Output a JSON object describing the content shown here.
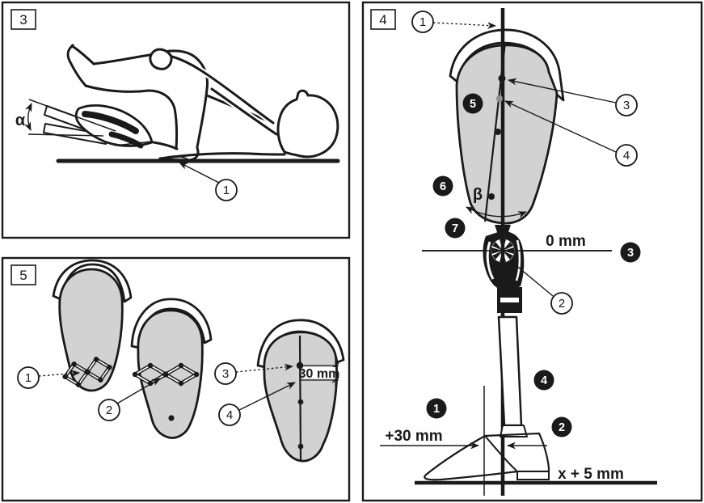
{
  "colors": {
    "ink": "#1a1a1a",
    "socket_gray": "#d2d2d2",
    "pad_gray": "#bdbdbd",
    "dot_gray": "#8f8f8f",
    "paper": "#ffffff"
  },
  "panel3": {
    "label": "3",
    "alpha": "α",
    "callouts": [
      "1"
    ]
  },
  "panel5": {
    "label": "5",
    "callouts": [
      "1",
      "2",
      "3",
      "4"
    ],
    "measurements": {
      "marking_offset": "30 mm"
    }
  },
  "panel4": {
    "label": "4",
    "beta": "β",
    "callouts": [
      "1",
      "2",
      "3",
      "4"
    ],
    "steps": [
      "1",
      "2",
      "3",
      "4",
      "5",
      "6",
      "7"
    ],
    "measurements": {
      "knee_ref": "0 mm",
      "anterior_offset": "+30 mm",
      "heel_height": "x + 5 mm"
    }
  }
}
